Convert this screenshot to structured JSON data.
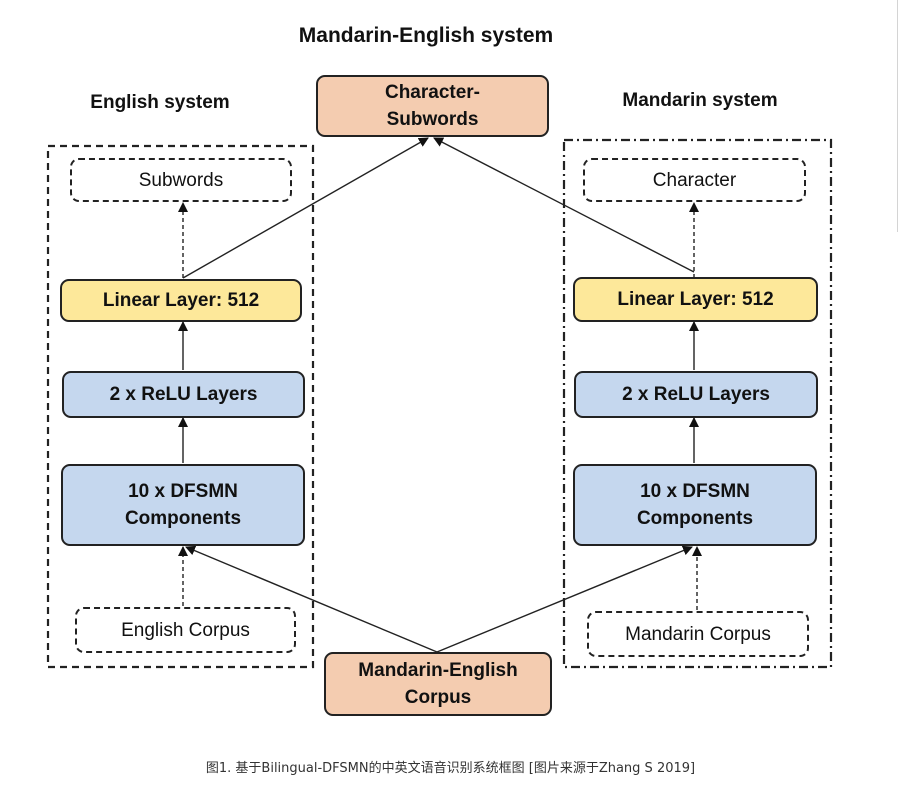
{
  "title": "Mandarin-English system",
  "english_system": {
    "label": "English system",
    "output": "Subwords",
    "linear": "Linear Layer: 512",
    "relu": "2 x ReLU Layers",
    "dfsmn": "10 x DFSMN\nComponents",
    "corpus": "English Corpus"
  },
  "mandarin_system": {
    "label": "Mandarin system",
    "output": "Character",
    "linear": "Linear Layer: 512",
    "relu": "2 x ReLU Layers",
    "dfsmn": "10 x DFSMN\nComponents",
    "corpus": "Mandarin Corpus"
  },
  "shared": {
    "output": "Character-\nSubwords",
    "corpus": "Mandarin-English\nCorpus"
  },
  "caption": "图1. 基于Bilingual-DFSMN的中英文语音识别系统框图 [图片来源于Zhang S 2019]",
  "colors": {
    "salmon": "#f4ccb0",
    "yellow": "#fde89a",
    "blue": "#c5d7ee",
    "stroke": "#222222"
  }
}
